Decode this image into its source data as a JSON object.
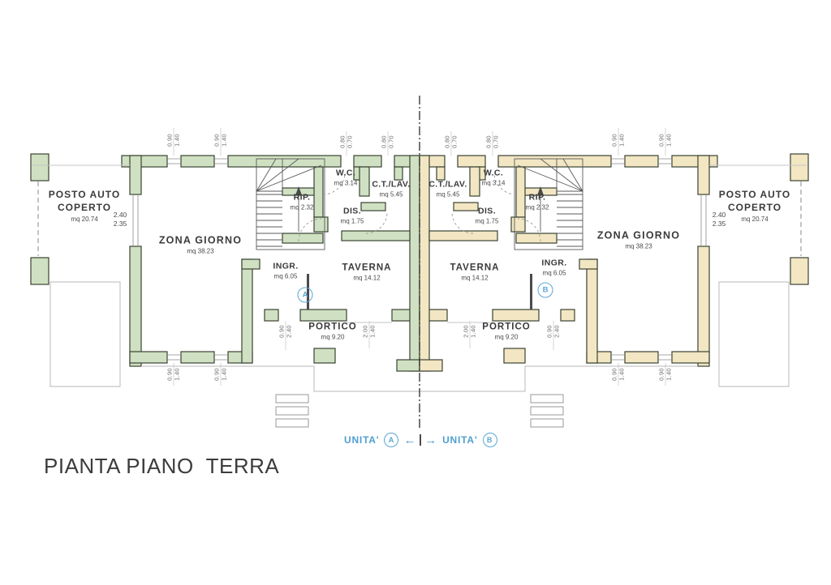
{
  "title": "PIANTA PIANO  TERRA",
  "footer": {
    "unit_a_label": "UNITA'",
    "unit_b_label": "UNITA'"
  },
  "badges": {
    "a": "A",
    "b": "B"
  },
  "rooms": {
    "posto_auto": {
      "name1": "POSTO AUTO",
      "name2": "COPERTO",
      "area": "mq 20.74"
    },
    "zona_giorno": {
      "name": "ZONA GIORNO",
      "area": "mq 38.23"
    },
    "wc": {
      "name": "W.C.",
      "area": "mq 3.14"
    },
    "ct_lav": {
      "name": "C.T./LAV.",
      "area": "mq 5.45"
    },
    "rip": {
      "name": "RIP.",
      "area": "mq 2.32"
    },
    "dis": {
      "name": "DIS.",
      "area": "mq 1.75"
    },
    "ingr": {
      "name": "INGR.",
      "area": "mq 6.05"
    },
    "taverna": {
      "name": "TAVERNA",
      "area": "mq 14.12"
    },
    "portico": {
      "name": "PORTICO",
      "area": "mq 9.20"
    }
  },
  "dims": {
    "window": [
      "0.90",
      "1.40"
    ],
    "door": [
      "0.80",
      "0.70"
    ],
    "carport": [
      "2.40",
      "2.35"
    ],
    "portico_outer": [
      "0.90",
      "2.40"
    ],
    "portico_inner": [
      "2.00",
      "1.40"
    ]
  },
  "colors": {
    "unit_a_fill": "#cfe1c2",
    "unit_b_fill": "#f2e6c3",
    "wall_stroke": "#3a4232",
    "accent_blue": "#4f9fd0"
  }
}
